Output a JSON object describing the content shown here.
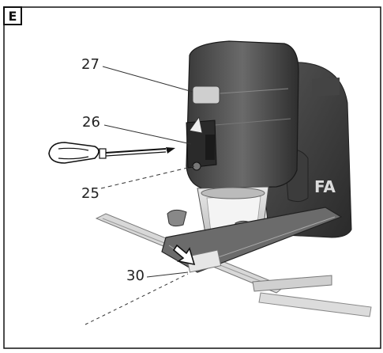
{
  "figure": {
    "section_letter": "E",
    "callouts": {
      "c27": "27",
      "c26": "26",
      "c25": "25",
      "c30": "30"
    }
  },
  "icons": [
    "screwdriver-icon",
    "arrow-icon"
  ]
}
